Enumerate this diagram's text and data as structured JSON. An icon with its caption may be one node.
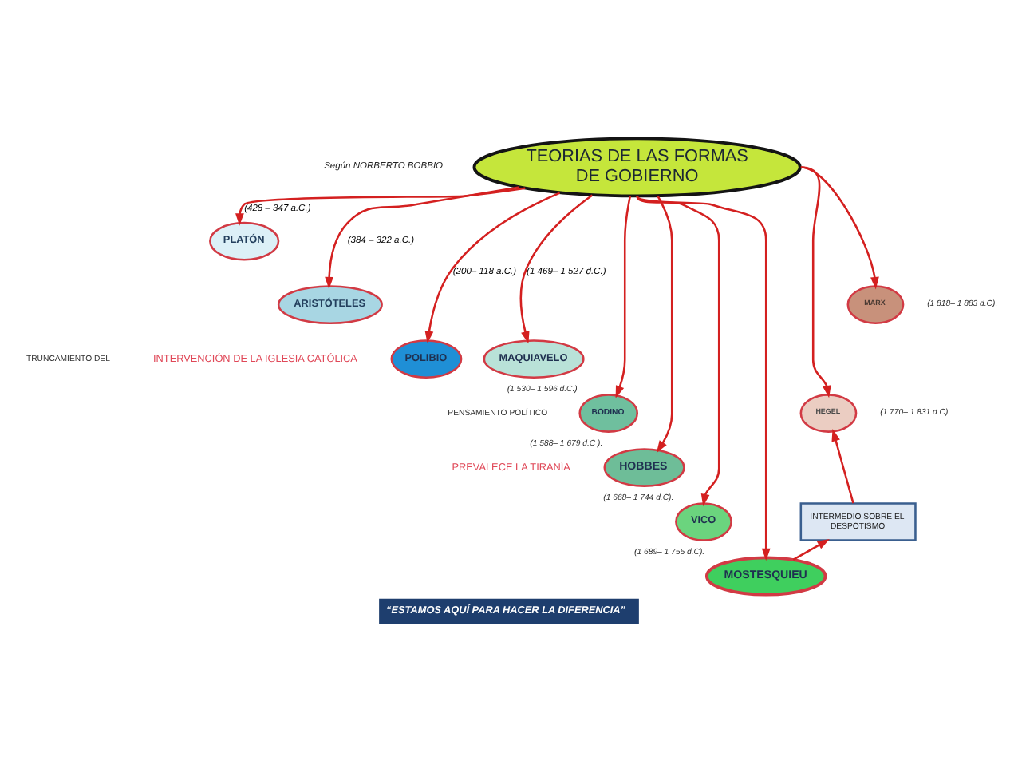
{
  "diagram": {
    "caption": "“ESTAMOS AQUÍ PARA HACER LA DIFERENCIA”",
    "nodes": [
      {
        "text": [
          "TEORIAS DE LAS FORMAS DE GOBIERNO"
        ]
      },
      {
        "text": [
          "PLATÓN"
        ]
      },
      {
        "text": [
          "ARISTÓTELES"
        ]
      },
      {
        "text": [
          "POLIBIO"
        ]
      },
      {
        "text": [
          "MAQUIAVELO"
        ]
      },
      {
        "text": [
          "BODINO"
        ],
        "beside": [
          "(1 530– 1 596 d.C.)"
        ]
      },
      {
        "text": [
          "HOBBES"
        ],
        "beside": [
          "(1 588– 1 679 d.C )."
        ]
      },
      {
        "text": [
          "VICO"
        ],
        "beside": [
          "(1 668– 1 744 d.C)."
        ]
      },
      {
        "text": [
          "MOSTESQUIEU"
        ],
        "beside": [
          "(1 689– 1 755 d.C)."
        ]
      },
      {
        "text": [
          "INTERMEDIO SOBRE EL DESPOTISMO"
        ]
      },
      {
        "text": [
          "HEGEL"
        ],
        "beside": [
          "(1 770– 1 831 d.C)"
        ]
      },
      {
        "text": [
          "MARX"
        ],
        "beside": [
          "(1 818– 1 883 d.C)."
        ]
      }
    ],
    "edges": [
      {
        "from": 0,
        "to": 1,
        "arrow": "to",
        "label": "(428 – 347 a.C.)"
      },
      {
        "from": 0,
        "to": 2,
        "arrow": "to",
        "label": "(384 – 322 a.C.)"
      },
      {
        "from": 0,
        "to": 3,
        "arrow": "to",
        "label": "(200– 118 a.C.)"
      },
      {
        "from": 0,
        "to": 4,
        "arrow": "to",
        "label": "(1 469– 1 527 d.C.)"
      },
      {
        "from": 0,
        "to": 5,
        "arrow": "to"
      },
      {
        "from": 0,
        "to": 6,
        "arrow": "to"
      },
      {
        "from": 0,
        "to": 7,
        "arrow": "to"
      },
      {
        "from": 0,
        "to": 8,
        "arrow": "to"
      },
      {
        "from": 0,
        "to": 10,
        "arrow": "to"
      },
      {
        "from": 0,
        "to": 11,
        "arrow": "to"
      },
      {
        "from": 8,
        "to": 9,
        "arrow": "to"
      },
      {
        "from": 9,
        "to": 10,
        "arrow": "to"
      }
    ],
    "labels": [
      "Según NORBERTO BOBBIO",
      "TRUNCAMIENTO DEL",
      "INTERVENCIÓN DE LA IGLESIA CATÓLICA",
      "PENSAMIENTO POLÍTICO",
      "PREVALECE LA TIRANÍA"
    ]
  }
}
